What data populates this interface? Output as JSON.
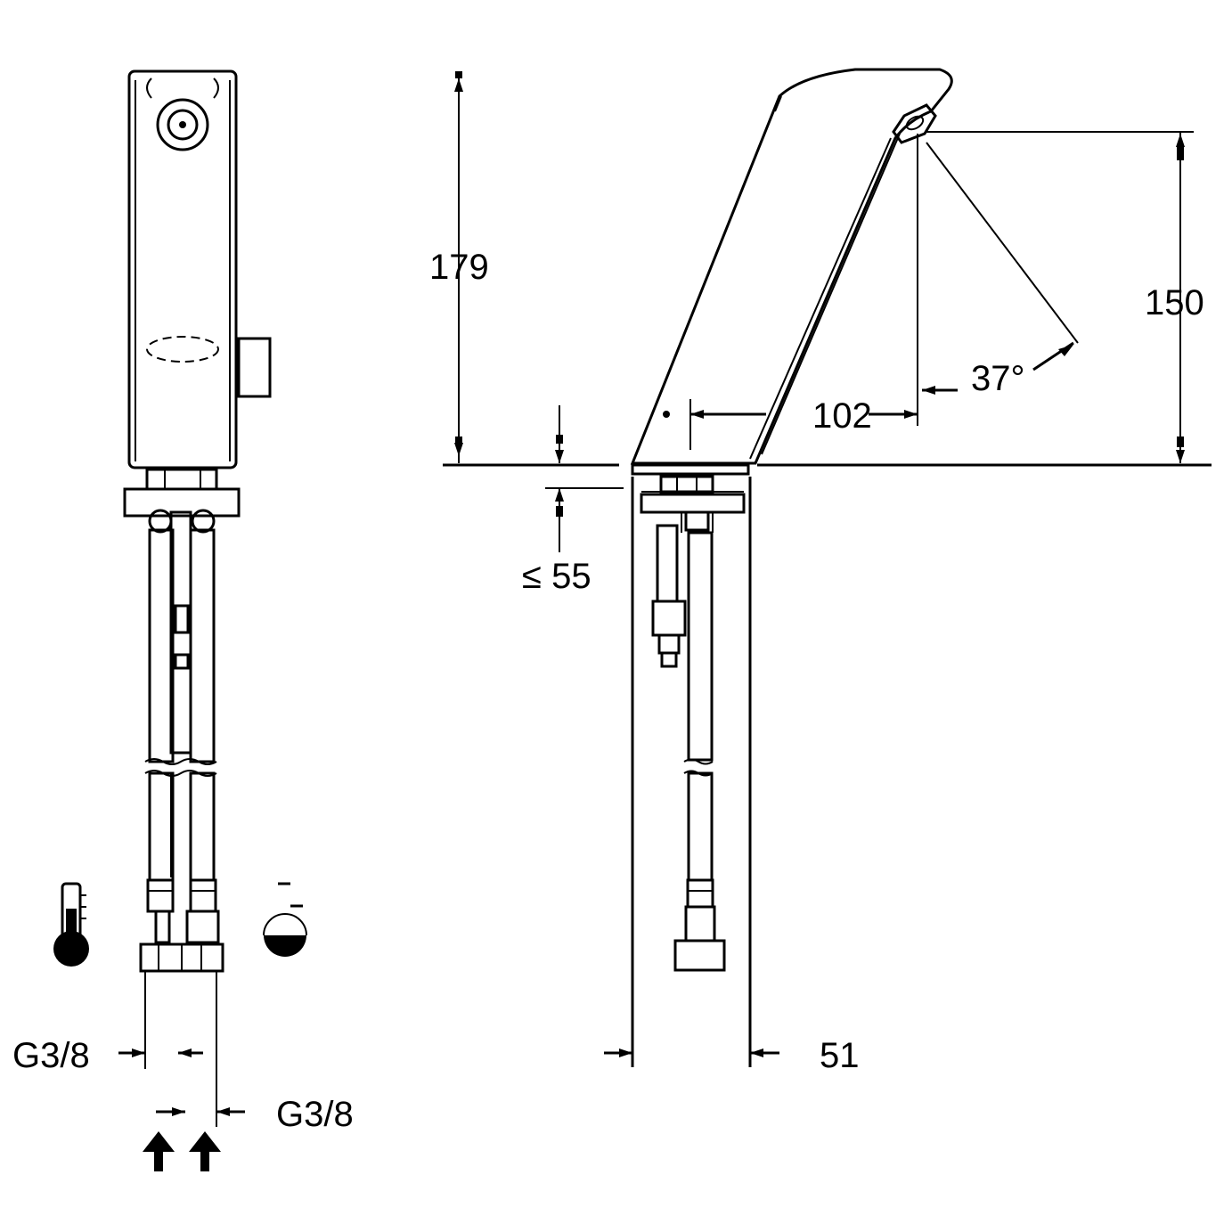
{
  "dimensions": {
    "height_total": "179",
    "outlet_height": "150",
    "projection": "102",
    "spray_angle": "37°",
    "deck_thickness": "≤ 55",
    "base_diameter": "51",
    "inlet_thread_left": "G3/8",
    "inlet_thread_right": "G3/8"
  },
  "icons": {
    "hot_water": "thermometer-icon",
    "cold_water": "cold-water-icon",
    "supply_arrows": "arrow-up-icon"
  },
  "colors": {
    "line": "#000000",
    "background": "#ffffff"
  }
}
